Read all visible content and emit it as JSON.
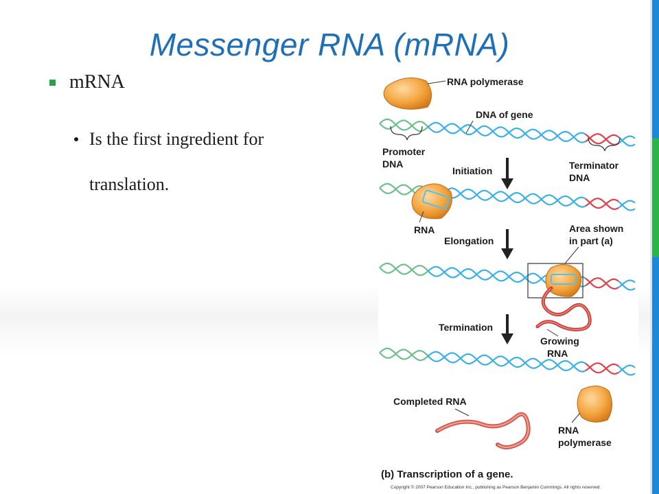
{
  "slide": {
    "title": "Messenger RNA (mRNA)",
    "bullet_l1": "mRNA",
    "bullet_l2_line1": "Is the first ingredient for",
    "bullet_l2_line2": "translation."
  },
  "figure": {
    "label_rna_polymerase_top": "RNA polymerase",
    "label_dna_of_gene": "DNA of gene",
    "label_promoter_1": "Promoter",
    "label_promoter_2": "DNA",
    "label_terminator_1": "Terminator",
    "label_terminator_2": "DNA",
    "label_initiation": "Initiation",
    "label_rna": "RNA",
    "label_elongation": "Elongation",
    "label_area_1": "Area shown",
    "label_area_2": "in part (a)",
    "label_termination": "Termination",
    "label_growing_1": "Growing",
    "label_growing_2": "RNA",
    "label_completed": "Completed RNA",
    "label_rna_poly_bottom_1": "RNA",
    "label_rna_poly_bottom_2": "polymerase",
    "caption": "(b) Transcription of a gene.",
    "copyright": "Copyright © 2007 Pearson Education Inc., publishing as Pearson Benjamin Cummings. All rights reserved."
  },
  "colors": {
    "title": "#1f6fb6",
    "dna_blue": "#3ab0e8",
    "promoter_green": "#6cc08a",
    "terminator_red": "#e0404a",
    "polymerase_orange": "#f4a640",
    "rna_red": "#c8403a"
  }
}
